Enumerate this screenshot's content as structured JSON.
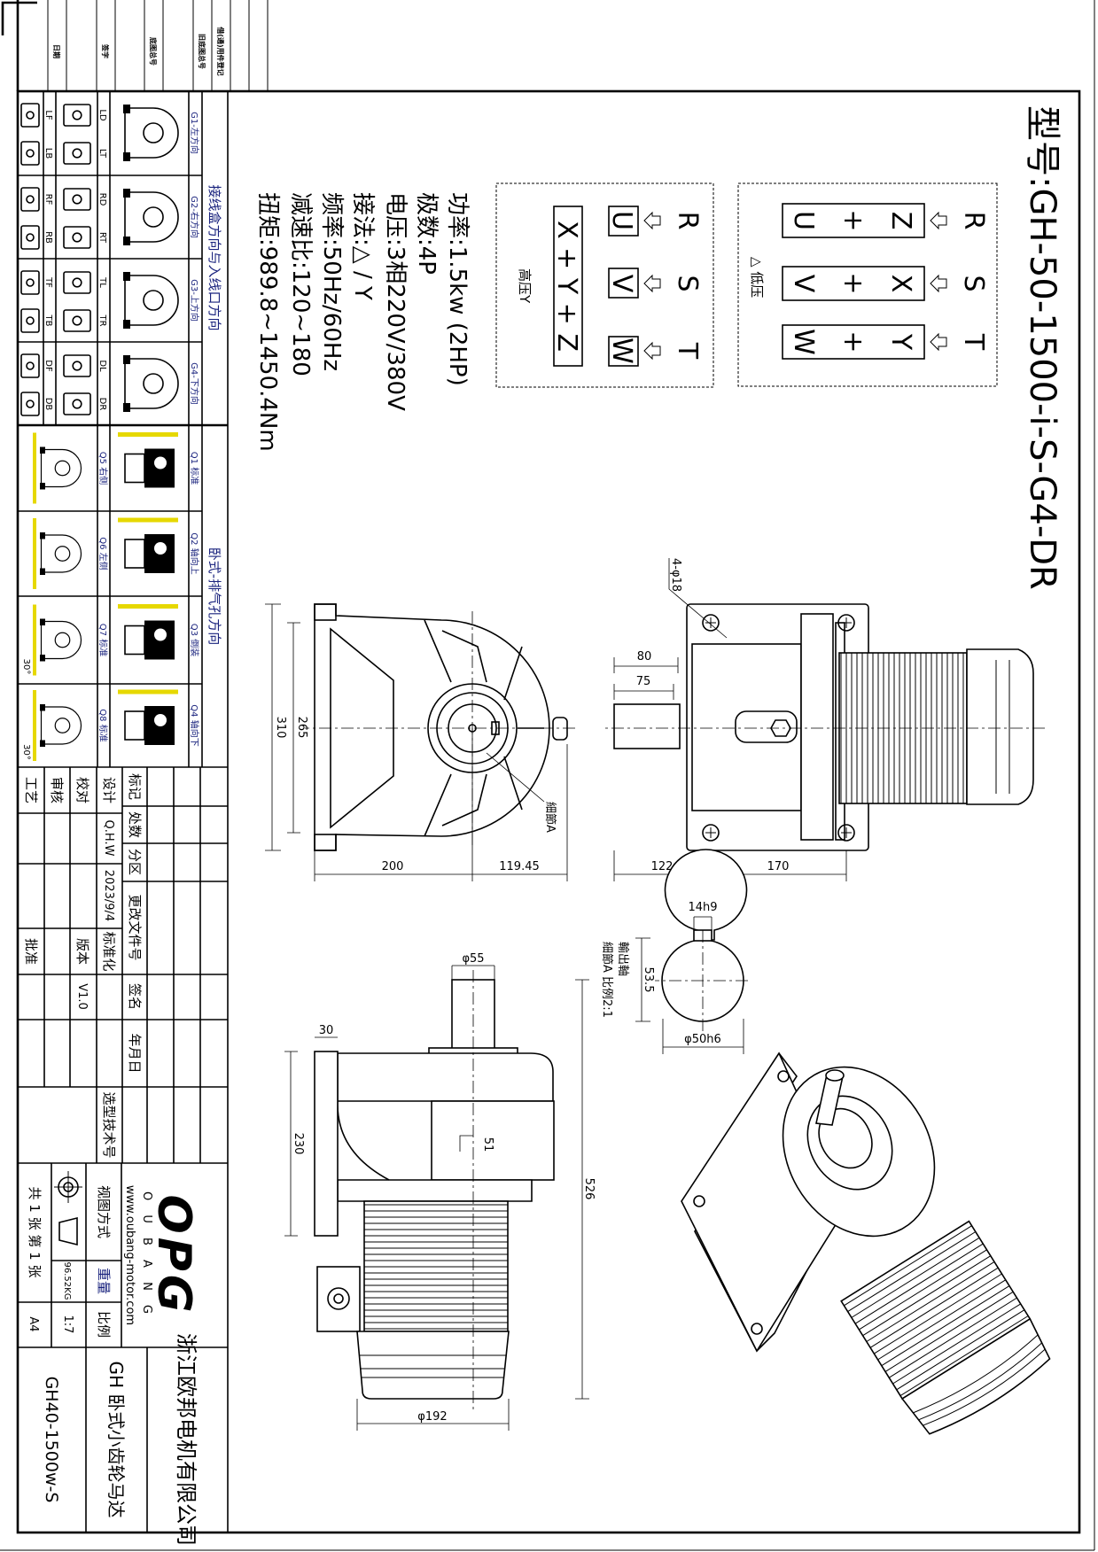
{
  "title": "型号:GH-50-1500-i-S-G4-DR",
  "wiring": {
    "arrow_icon": "arrow-down-icon",
    "low": {
      "label": "△ 低压",
      "phases": [
        "R",
        "S",
        "T"
      ],
      "terminals": [
        {
          "top": "Z",
          "plus": "+",
          "bottom": "U"
        },
        {
          "top": "X",
          "plus": "+",
          "bottom": "V"
        },
        {
          "top": "Y",
          "plus": "+",
          "bottom": "W"
        }
      ]
    },
    "high": {
      "label": "高压Y",
      "phases": [
        "R",
        "S",
        "T"
      ],
      "terminals": [
        "U",
        "V",
        "W"
      ],
      "star": "X + Y + Z"
    }
  },
  "specs": [
    "功率:1.5kw (2HP)",
    "极数:4P",
    "电压:3相220V/380V",
    "接法:△ / Y",
    "频率:50Hz/60Hz",
    "减速比:120~180",
    "扭矩:989.8~1450.4Nm"
  ],
  "drawing": {
    "front_view": {
      "dims": [
        "310",
        "265",
        "200",
        "119.45"
      ],
      "detail_label": "細節A"
    },
    "side_view": {
      "dims": [
        "80",
        "75",
        "122",
        "170"
      ],
      "holes": "4-φ18"
    },
    "top_view": {
      "dims": [
        "φ55",
        "30",
        "230",
        "51",
        "526",
        "φ192"
      ]
    },
    "shaft_detail": {
      "dims": [
        "14h9",
        "53.5",
        "φ50h6"
      ],
      "title": "輸出軸",
      "subtitle": "細節A 比例2:1"
    }
  },
  "mounting": {
    "header_left": "接线盒方向与入线口方向",
    "header_right": "卧式-排气孔方向",
    "g": [
      {
        "label": "G1-左方向",
        "codes": [
          "LD",
          "LT",
          "LF",
          "LB"
        ]
      },
      {
        "label": "G2-右方向",
        "codes": [
          "RD",
          "RT",
          "RF",
          "RB"
        ]
      },
      {
        "label": "G3-上方向",
        "codes": [
          "TL",
          "TR",
          "TF",
          "TB"
        ]
      },
      {
        "label": "G4-下方向",
        "codes": [
          "DL",
          "DR",
          "DF",
          "DB"
        ]
      }
    ],
    "q_top": [
      "Q1 标准",
      "Q2 轴向上",
      "Q3 倒装",
      "Q4 轴向下"
    ],
    "q_bottom": [
      "Q5 右侧",
      "Q6 左侧",
      "Q7 标准",
      "Q8 标准"
    ],
    "angle_label": "30°"
  },
  "margin_labels": [
    "日期",
    "签字",
    "底图总号",
    "旧底图总号",
    "借(通)用件登记"
  ],
  "title_block": {
    "header": [
      "标记",
      "处数",
      "分区",
      "更改文件号",
      "签名",
      "年月日"
    ],
    "roles": [
      "设计",
      "校对",
      "审核",
      "工艺"
    ],
    "designer": "Q.H.W",
    "date": "2023/9/4",
    "standardization": "标准化",
    "version_label": "版本",
    "version": "V1.0",
    "approve": "批准",
    "selection_no": "选型技术号",
    "logo": "OPG",
    "brand": "O U B A N G",
    "website": "www.oubang-motor.com",
    "view_method": "视图方式",
    "weight_label": "重量",
    "weight": "96.52KG",
    "scale_label": "比例",
    "scale": "1:7",
    "sheets": "共 1 张 第 1 张",
    "paper": "A4",
    "company": "浙江欧邦电机有限公司",
    "product": "GH 卧式小齿轮马达",
    "model": "GH40-1500w-S"
  }
}
